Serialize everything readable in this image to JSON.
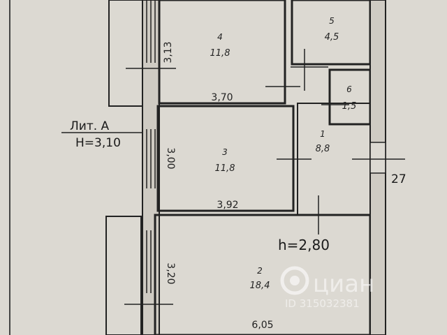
{
  "plan": {
    "letter_label": "Лит. А",
    "ceiling_main": "Н=3,10",
    "ceiling_secondary": "h=2,80",
    "edge_mark": "27",
    "rooms": [
      {
        "number": "4",
        "area": "11,8",
        "dim_vertical": "3,13",
        "dim_horizontal": "3,70"
      },
      {
        "number": "5",
        "area": "4,5"
      },
      {
        "number": "6",
        "area": "1,5"
      },
      {
        "number": "1",
        "area": "8,8"
      },
      {
        "number": "3",
        "area": "11,8",
        "dim_vertical": "3,00",
        "dim_horizontal": "3,92"
      },
      {
        "number": "2",
        "area": "18,4",
        "dim_vertical": "3,20",
        "dim_horizontal": "6,05"
      }
    ]
  },
  "watermark": {
    "brand": "циан",
    "id_text": "ID 315032381"
  }
}
